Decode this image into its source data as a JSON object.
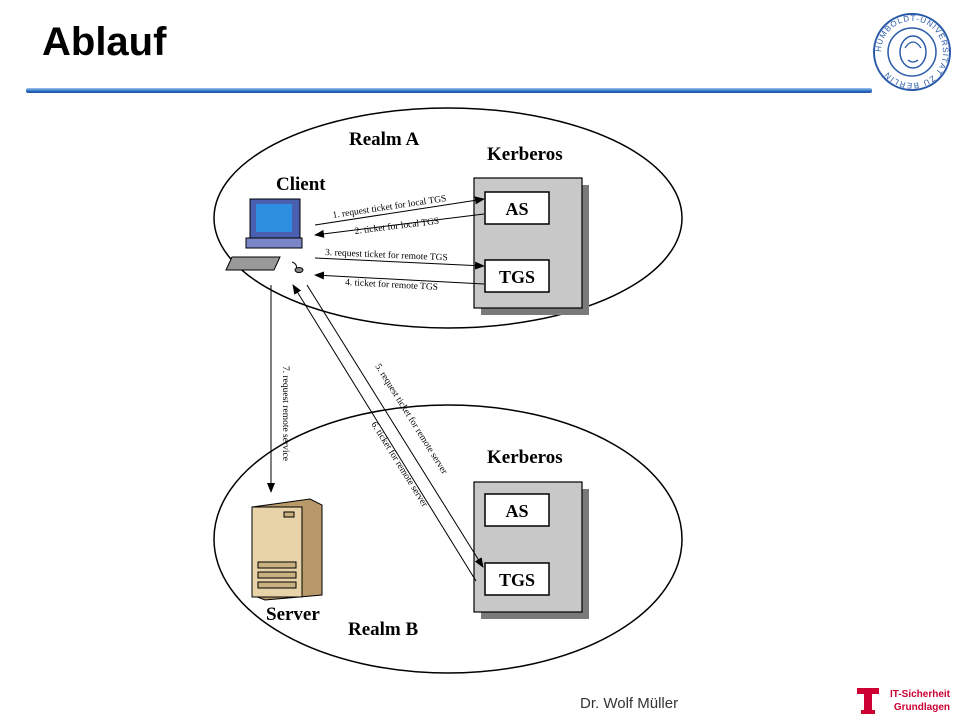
{
  "slide": {
    "title": "Ablauf",
    "footer": "Dr. Wolf Müller",
    "logo_line1": "IT-Sicherheit",
    "logo_line2": "Grundlagen",
    "seal_text": "HUMBOLDT-UNIVERSITÄT ZU BERLIN"
  },
  "diagram": {
    "realm_a": {
      "label": "Realm A",
      "kerberos": "Kerberos",
      "client": "Client",
      "as": "AS",
      "tgs": "TGS"
    },
    "realm_b": {
      "label": "Realm B",
      "kerberos": "Kerberos",
      "server": "Server",
      "as": "AS",
      "tgs": "TGS"
    },
    "messages": {
      "m1": "1. request ticket for local TGS",
      "m2": "2. ticket for local TGS",
      "m3": "3. request ticket for remote TGS",
      "m4": "4. ticket for remote TGS",
      "m5": "5. request ticket for remote server",
      "m6": "6. ticket for remote server",
      "m7": "7. request remote service"
    }
  },
  "colors": {
    "accent": "#2f6fc4",
    "logo_red": "#cc0033",
    "kerberos_box": "#c8c8c8",
    "server_beige": "#e8d3a8"
  }
}
